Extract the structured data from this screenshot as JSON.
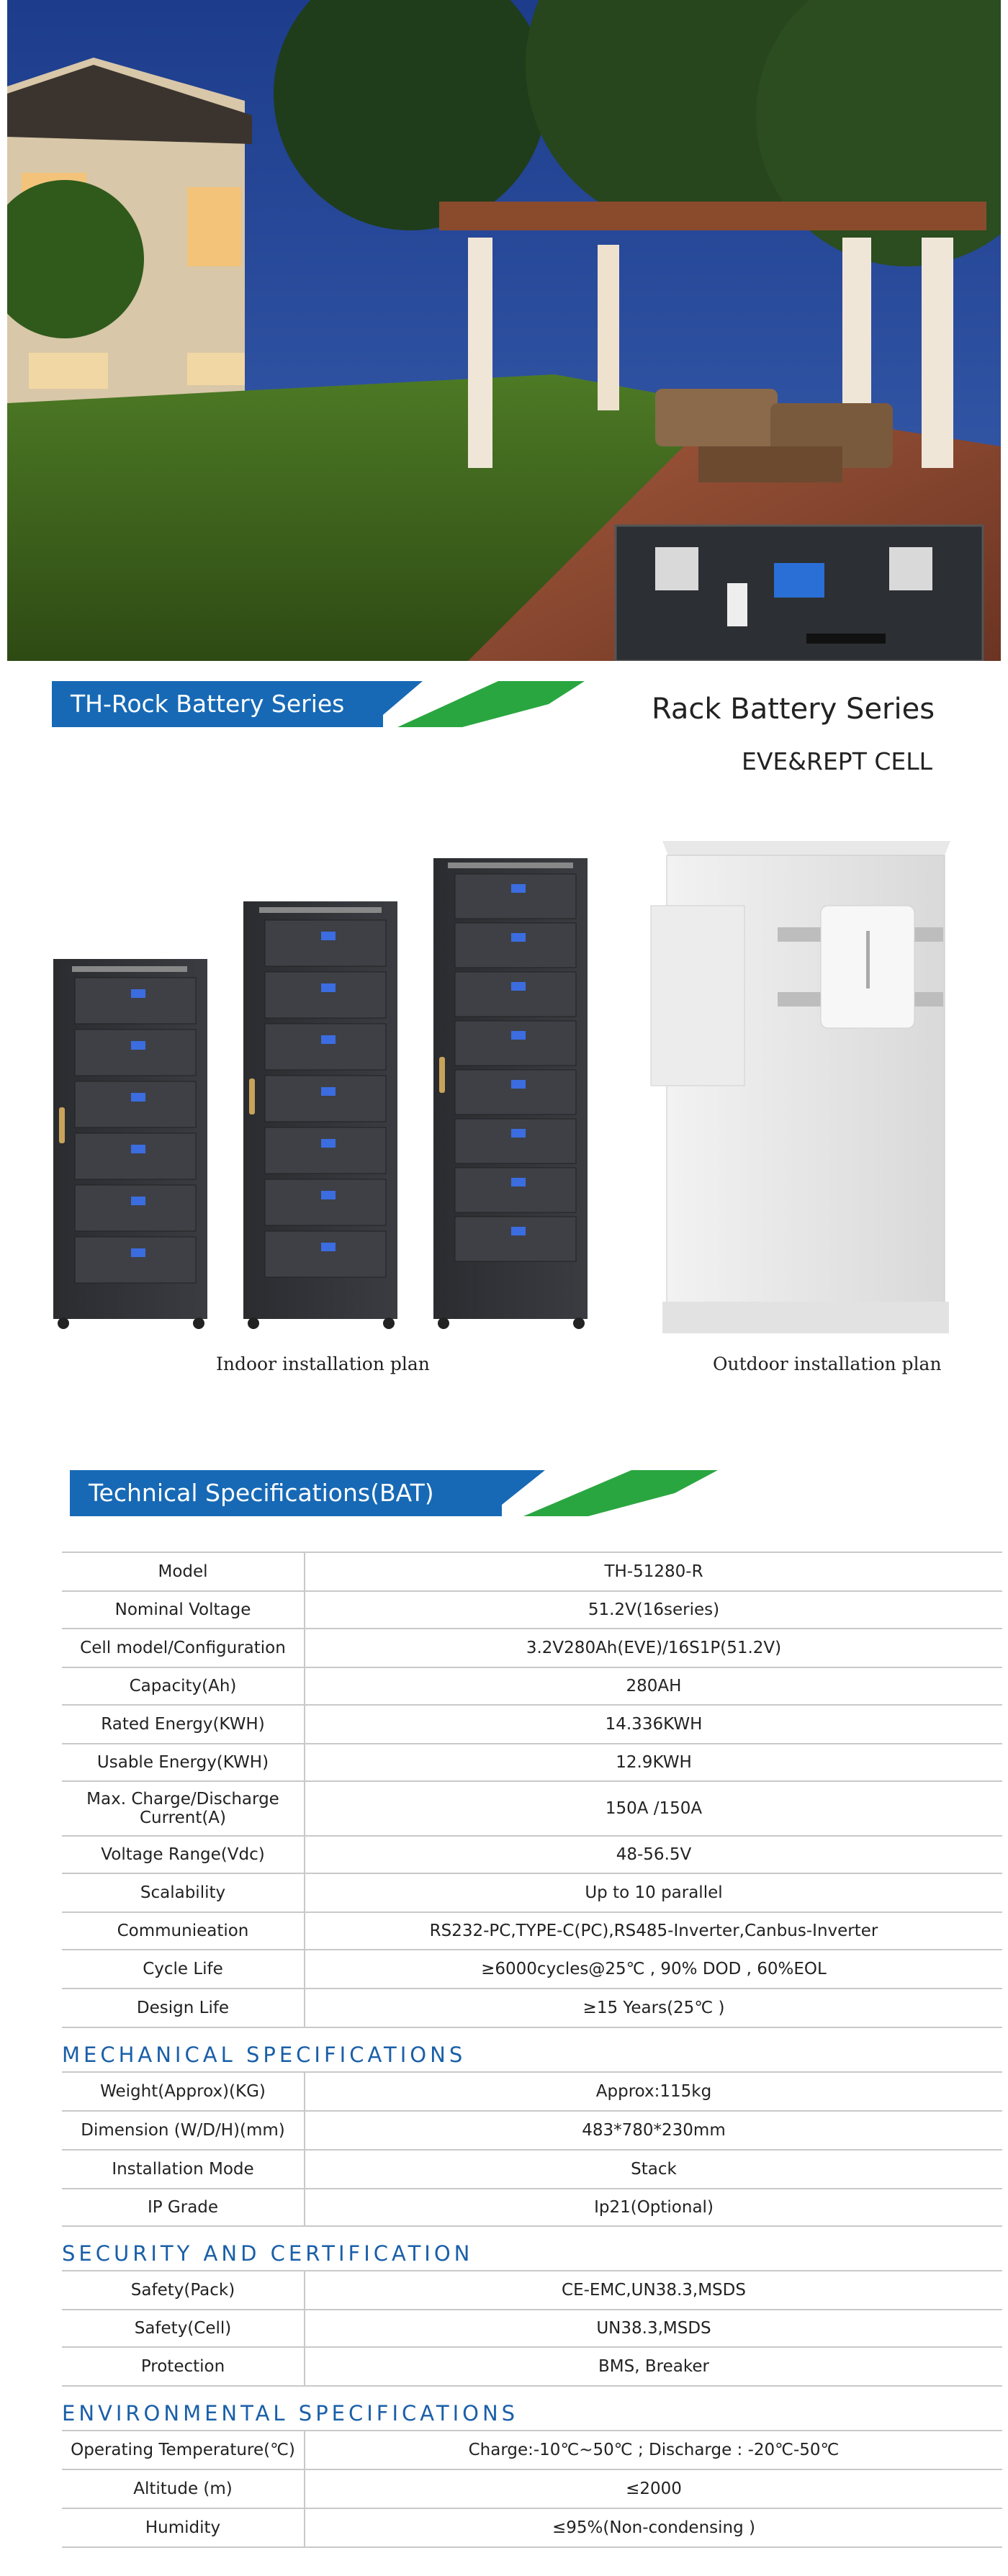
{
  "hero": {
    "alt": "garden pergola photo with rack battery"
  },
  "series_banner": {
    "label": "TH-Rock Battery Series"
  },
  "rack_heading": {
    "title": "Rack Battery Series",
    "subtitle": "EVE&REPT CELL"
  },
  "installation": {
    "indoor": "Indoor installation plan",
    "outdoor": "Outdoor installation plan"
  },
  "spec_banner": {
    "label": "Technical Specifications(BAT)"
  },
  "colors": {
    "banner_blue": "#1769b5",
    "banner_green": "#2aa640",
    "section_blue": "#1a5fa8",
    "rule_gray": "#c9c9c9"
  },
  "battery_specs": [
    {
      "k": "Model",
      "v": "TH-51280-R"
    },
    {
      "k": "Nominal Voltage",
      "v": "51.2V(16series)"
    },
    {
      "k": "Cell model/Configuration",
      "v": "3.2V280Ah(EVE)/16S1P(51.2V)"
    },
    {
      "k": "Capacity(Ah)",
      "v": "280AH"
    },
    {
      "k": "Rated Energy(KWH)",
      "v": "14.336KWH"
    },
    {
      "k": "Usable Energy(KWH)",
      "v": "12.9KWH"
    },
    {
      "k": "Max. Charge/Discharge Current(A)",
      "v": "150A /150A"
    },
    {
      "k": "Voltage Range(Vdc)",
      "v": "48-56.5V"
    },
    {
      "k": "Scalability",
      "v": "Up to 10 parallel"
    },
    {
      "k": "Communieation",
      "v": "RS232-PC,TYPE-C(PC),RS485-Inverter,Canbus-Inverter"
    },
    {
      "k": "Cycle Life",
      "v": "≥6000cycles@25℃ , 90% DOD , 60%EOL"
    },
    {
      "k": "Design Life",
      "v": "≥15 Years(25℃ )"
    }
  ],
  "mechanical": {
    "title": "MECHANICAL SPECIFICATIONS",
    "rows": [
      {
        "k": "Weight(Approx)(KG)",
        "v": "Approx:115kg"
      },
      {
        "k": "Dimension (W/D/H)(mm)",
        "v": "483*780*230mm"
      },
      {
        "k": "Installation Mode",
        "v": "Stack"
      },
      {
        "k": "IP Grade",
        "v": "Ip21(Optional)"
      }
    ]
  },
  "security": {
    "title": "SECURITY AND CERTIFICATION",
    "rows": [
      {
        "k": "Safety(Pack)",
        "v": "CE-EMC,UN38.3,MSDS"
      },
      {
        "k": "Safety(Cell)",
        "v": "UN38.3,MSDS"
      },
      {
        "k": "Protection",
        "v": "BMS, Breaker"
      }
    ]
  },
  "environmental": {
    "title": "ENVIRONMENTAL SPECIFICATIONS",
    "rows": [
      {
        "k": "Operating Temperature(℃)",
        "v": "Charge:-10℃~50℃ ; Discharge : -20℃-50℃"
      },
      {
        "k": "Altitude (m)",
        "v": "≤2000"
      },
      {
        "k": "Humidity",
        "v": "≤95%(Non-condensing )"
      }
    ]
  }
}
